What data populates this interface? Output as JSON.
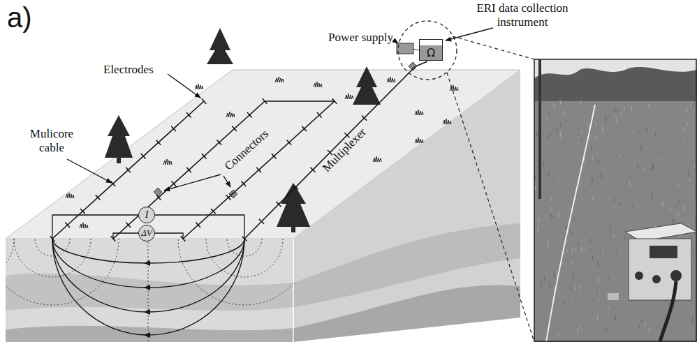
{
  "diagram": {
    "nodes": [
      {
        "text": [
          "I"
        ]
      },
      {
        "text": [
          "ΔV"
        ]
      },
      {
        "text": [
          "Ω"
        ]
      }
    ],
    "labels": [
      "a)",
      "ERI data collection instrument",
      "Power supply",
      "Electrodes",
      "Mulicore cable",
      "Connectors",
      "Multiplexer"
    ]
  }
}
